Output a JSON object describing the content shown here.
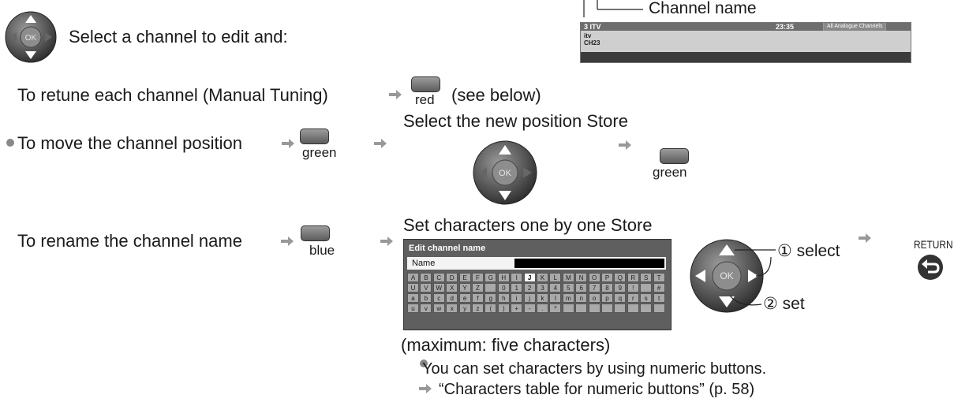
{
  "intro": {
    "text": "Select a channel to edit and:"
  },
  "banner_callout": "Channel name",
  "channel_banner": {
    "channel": "3 ITV",
    "time": "23:35",
    "tag": "All Analogue Channels",
    "line1": "itv",
    "line2": "CH23"
  },
  "retune": {
    "text": "To retune each channel (Manual Tuning)",
    "key": "red",
    "suffix": "(see below)"
  },
  "move": {
    "text": "To move the channel position",
    "key": "green",
    "step": "Select the new position Store",
    "store_key": "green"
  },
  "rename": {
    "text": "To rename the channel name",
    "key": "blue",
    "step": "Set characters one by one Store",
    "return_label": "RETURN",
    "select_label": "① select",
    "set_label": "② set",
    "panel_title": "Edit channel name",
    "name_label": "Name",
    "keyboard_rows": [
      [
        "A",
        "B",
        "C",
        "D",
        "E",
        "F",
        "G",
        "H",
        "I",
        "J",
        "K",
        "L",
        "M",
        "N",
        "O",
        "P",
        "Q",
        "R",
        "S",
        "T"
      ],
      [
        "U",
        "V",
        "W",
        "X",
        "Y",
        "Z",
        "",
        "0",
        "1",
        "2",
        "3",
        "4",
        "5",
        "6",
        "7",
        "8",
        "9",
        "!",
        "",
        "#"
      ],
      [
        "a",
        "b",
        "c",
        "d",
        "e",
        "f",
        "g",
        "h",
        "i",
        "j",
        "k",
        "l",
        "m",
        "n",
        "o",
        "p",
        "q",
        "r",
        "s",
        "t"
      ],
      [
        "u",
        "v",
        "w",
        "x",
        "y",
        "z",
        "(",
        ")",
        "+",
        "-",
        ".",
        "*",
        "",
        "",
        "",
        "",
        "",
        "",
        "",
        ""
      ]
    ],
    "selected_char": "J",
    "max_note": "(maximum: five characters)",
    "numeric_note": "You can set characters by using numeric buttons.",
    "ref_note": "“Characters table for numeric buttons” (p. 58)"
  },
  "colors": {
    "text": "#1a1a1a",
    "key": "#7a7a7a",
    "panel": "#5f5f5f"
  }
}
